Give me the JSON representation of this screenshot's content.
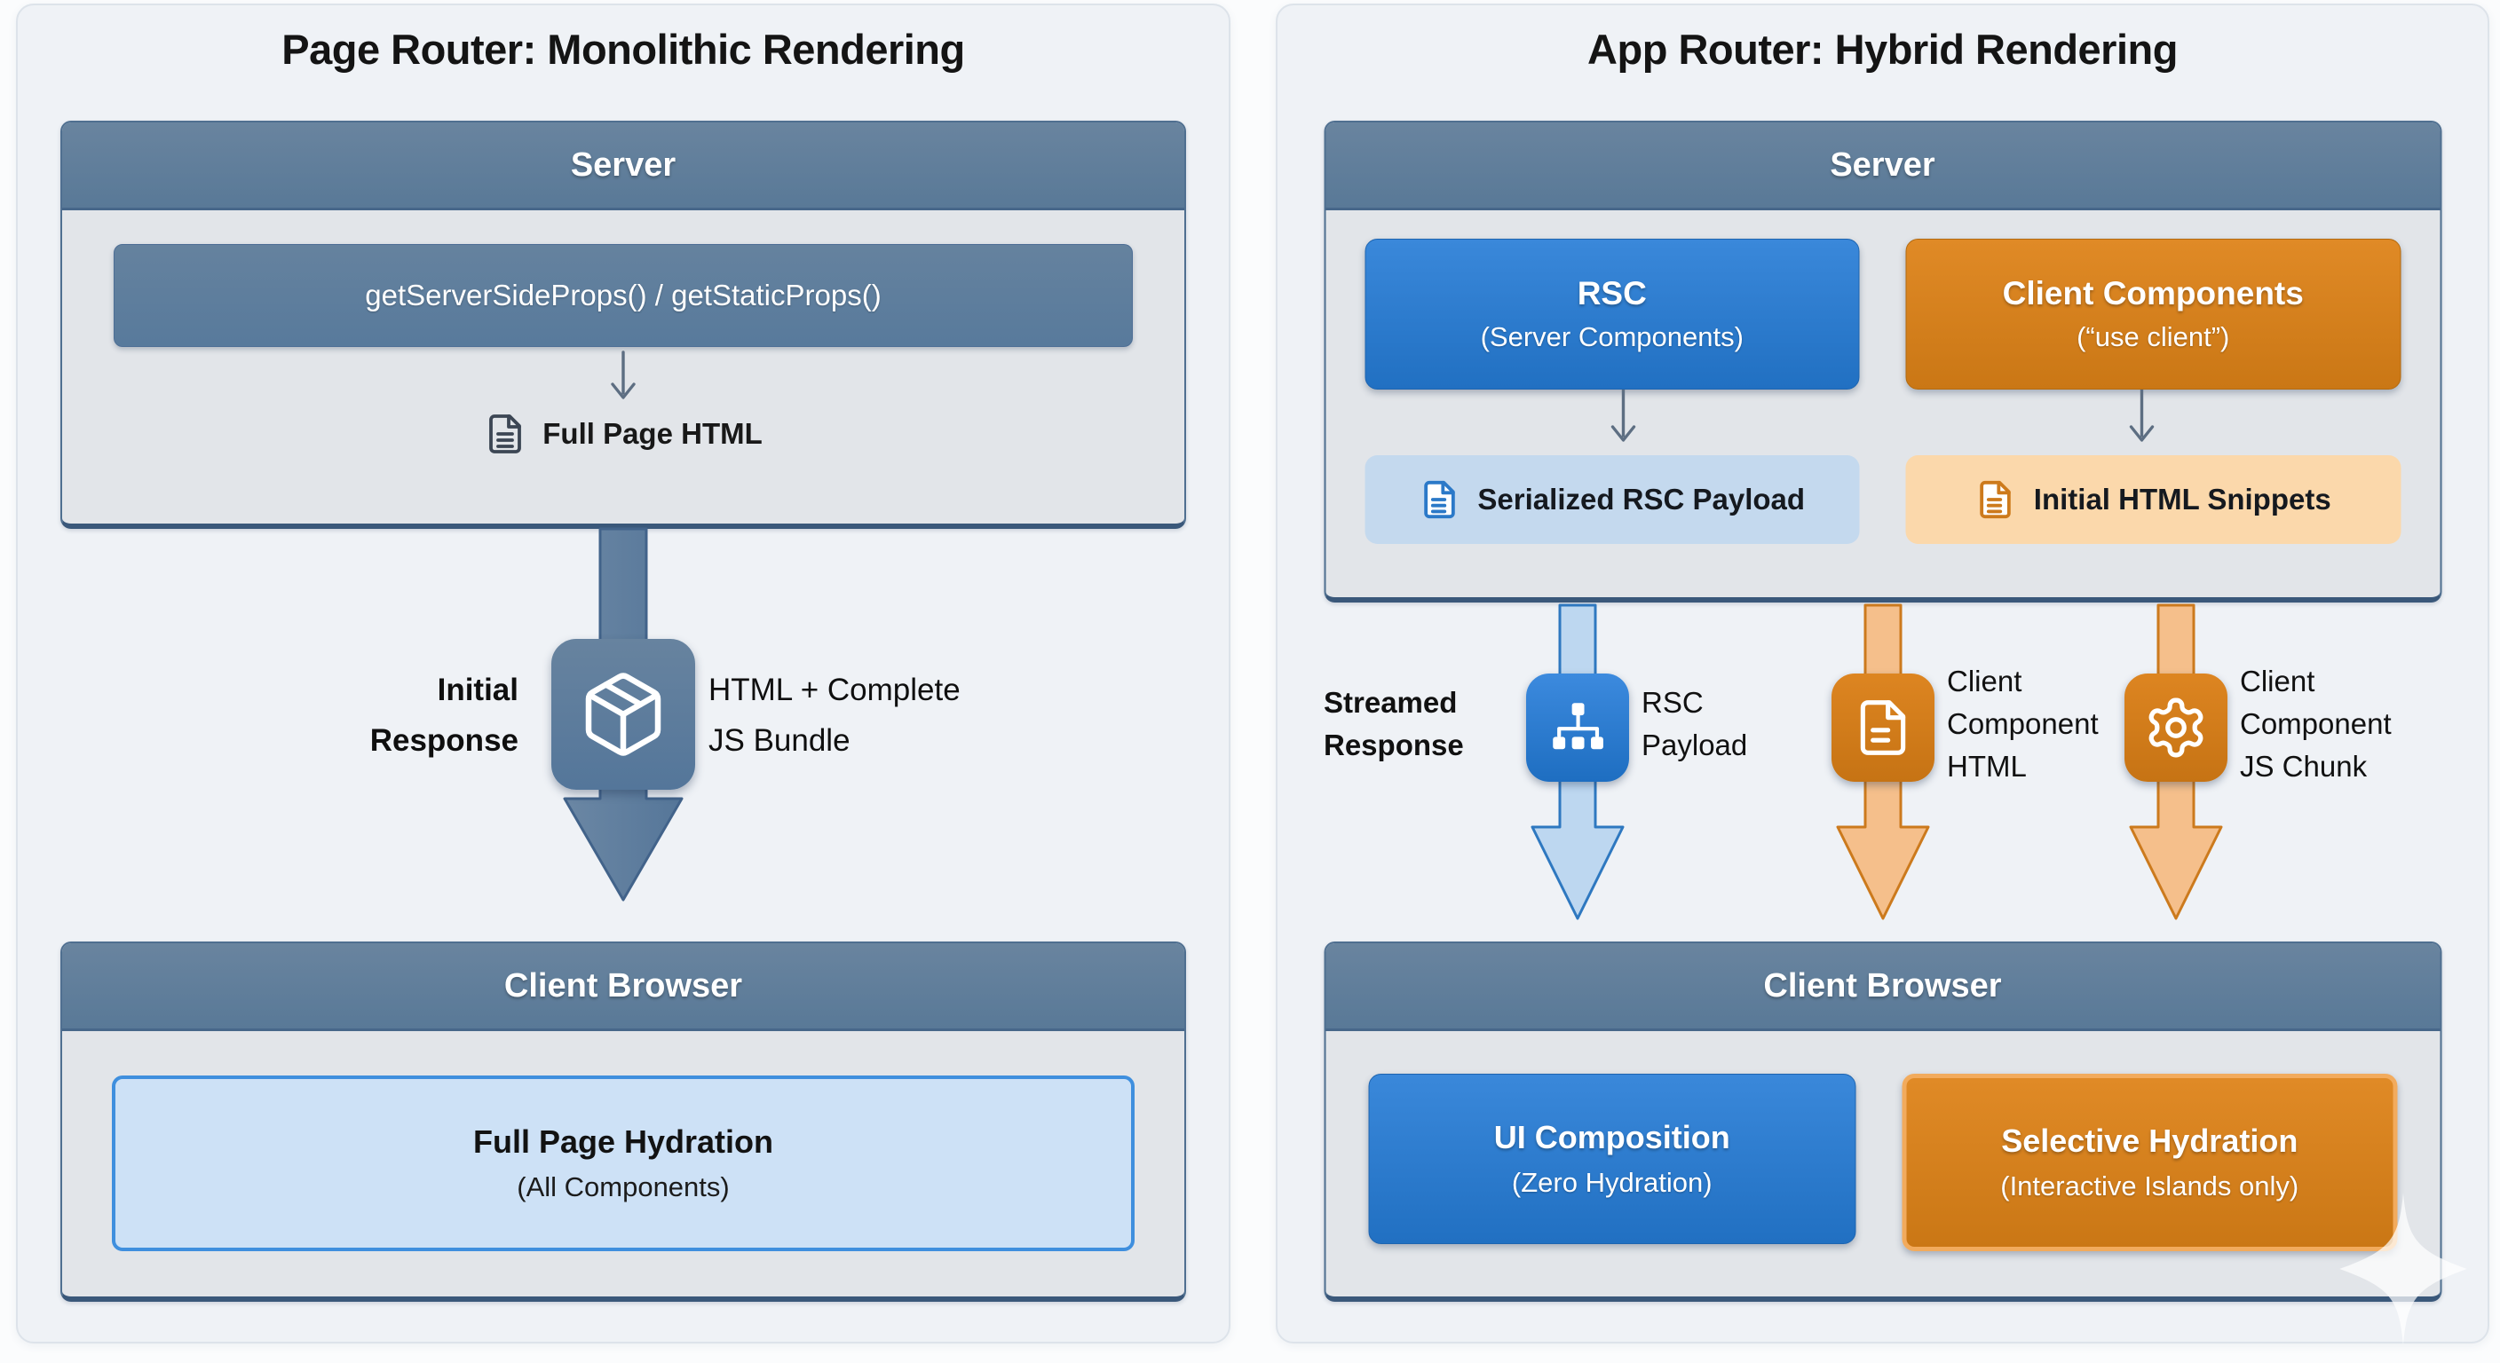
{
  "left": {
    "title": "Page Router: Monolithic Rendering",
    "server": {
      "header": "Server",
      "props": "getServerSideProps() / getStaticProps()",
      "output": "Full Page HTML"
    },
    "flow": {
      "left1": "Initial",
      "left2": "Response",
      "right1": "HTML + Complete",
      "right2": "JS Bundle"
    },
    "client": {
      "header": "Client Browser",
      "title": "Full Page Hydration",
      "sub": "(All Components)"
    }
  },
  "right": {
    "title": "App Router: Hybrid Rendering",
    "server": {
      "header": "Server",
      "rsc_title": "RSC",
      "rsc_sub": "(Server Components)",
      "cc_title": "Client Components",
      "cc_sub": "(“use client”)",
      "pill_rsc": "Serialized RSC Payload",
      "pill_html": "Initial HTML Snippets"
    },
    "streams": {
      "label1": "Streamed",
      "label2": "Response",
      "s1a": "RSC",
      "s1b": "Payload",
      "s2a": "Client",
      "s2b": "Component",
      "s2c": "HTML",
      "s3a": "Client",
      "s3b": "Component",
      "s3c": "JS Chunk"
    },
    "client": {
      "header": "Client Browser",
      "ui_title": "UI Composition",
      "ui_sub": "(Zero Hydration)",
      "sel_title": "Selective Hydration",
      "sel_sub": "(Interactive Islands only)"
    }
  },
  "colors": {
    "slate": "#5d7ba0",
    "slate_border": "#4f6f90",
    "blue": "#2e7fd2",
    "orange": "#d9821f",
    "light_blue_box": "#cde1f6",
    "light_blue_pill": "#c4d9ee",
    "light_orange_pill": "#fbd8ab",
    "blue_arrow_fill": "#bdd7f0",
    "orange_arrow_fill": "#f5bf8b",
    "panel_bg": "#eff2f6",
    "content_bg": "#e2e5e9"
  }
}
